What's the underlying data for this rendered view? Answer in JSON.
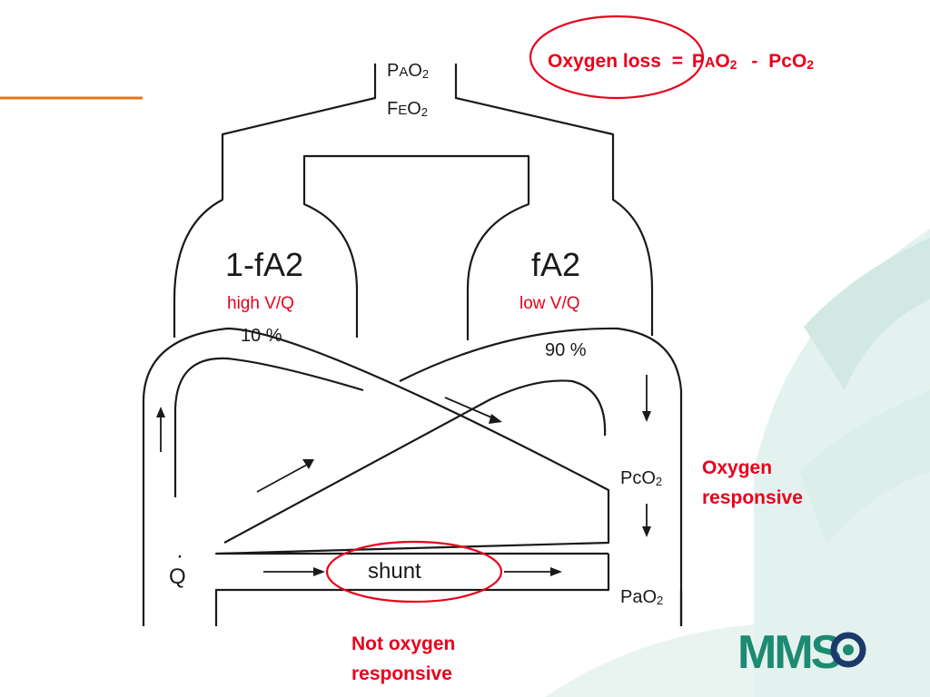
{
  "title": {
    "loss_label": "Oxygen loss",
    "equals": "=",
    "P1": "P",
    "A1": "A",
    "O1": "O",
    "sub1": "2",
    "minus": "-",
    "P2": "P",
    "c2": "c",
    "O2": "O",
    "sub2": "2"
  },
  "inlet": {
    "pa_P": "P",
    "pa_A": "A",
    "pa_O": "O",
    "pa_sub": "2",
    "fe_F": "F",
    "fe_E": "E",
    "fe_O": "O",
    "fe_sub": "2"
  },
  "left_unit": {
    "name": "1-fA2",
    "vq": "high V/Q",
    "percent": "10 %"
  },
  "right_unit": {
    "name": "fA2",
    "vq": "low V/Q",
    "percent": "90 %"
  },
  "right_labels": {
    "pco_P": "P",
    "pco_c": "c",
    "pco_O": "O",
    "pco_sub": "2",
    "pao_P": "P",
    "pao_a": "a",
    "pao_O": "O",
    "pao_sub": "2"
  },
  "flow": {
    "q_symbol": "Q",
    "q_dot": "·",
    "shunt": "shunt"
  },
  "annotations": {
    "responsive_line1": "Oxygen",
    "responsive_line2": "responsive",
    "not_responsive_line1": "Not oxygen",
    "not_responsive_line2": "responsive"
  },
  "logo": {
    "text": "MMS"
  },
  "colors": {
    "accent_orange": "#e8731a",
    "annotation_red": "#e8001c",
    "teal_watermark": "#d6ebe6",
    "logo_teal": "#1d8a72",
    "logo_navy": "#1b3a6b"
  }
}
